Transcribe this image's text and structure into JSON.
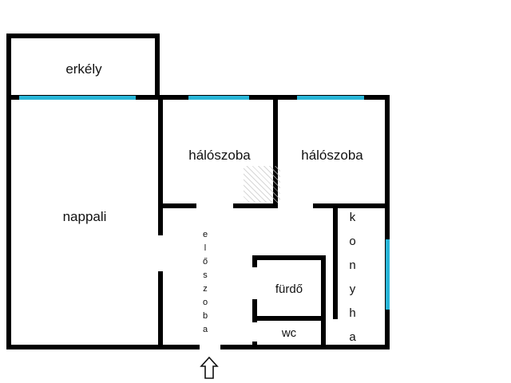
{
  "colors": {
    "wall": "#000000",
    "window": "#29b6d8",
    "background": "#ffffff"
  },
  "rooms": {
    "balcony": "erkély",
    "bedroom1": "hálószoba",
    "bedroom2": "hálószoba",
    "living_room": "nappali",
    "hallway": "előszoba",
    "bathroom": "fürdő",
    "wc": "wc",
    "kitchen": "konyha"
  },
  "icons": {
    "entrance_arrow": "up-arrow"
  }
}
